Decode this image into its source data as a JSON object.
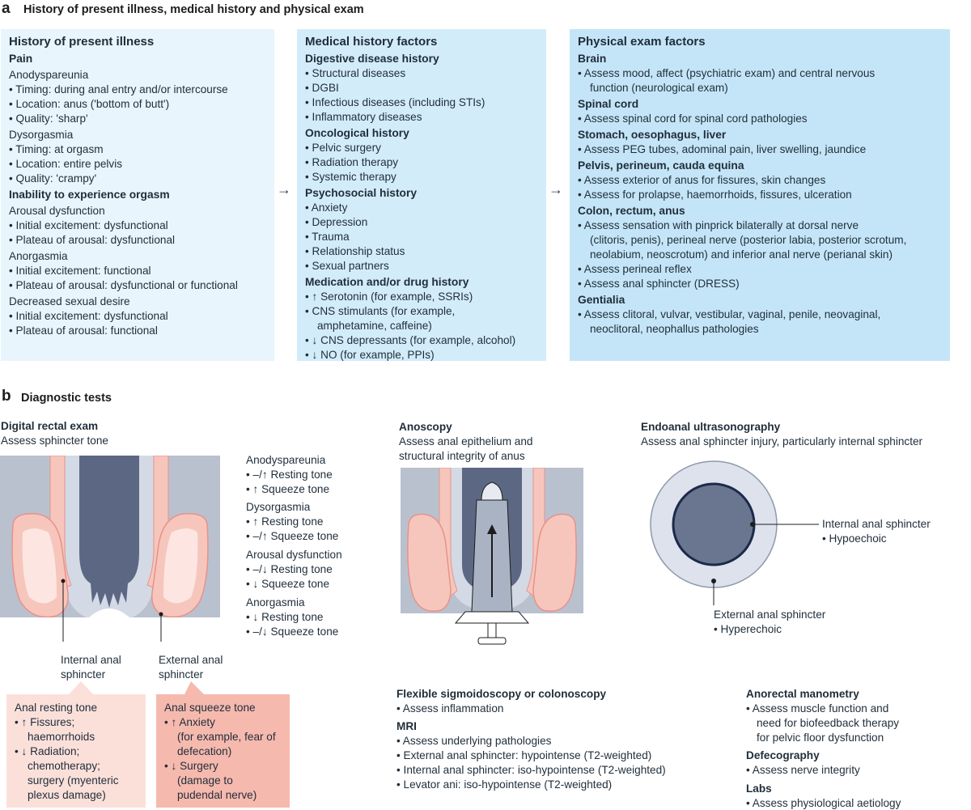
{
  "panel_a": {
    "letter": "a",
    "title": "History of present illness, medical history and physical exam",
    "history_box": {
      "title": "History of present illness",
      "sections": [
        {
          "heading": "Pain",
          "groups": [
            {
              "name": "Anodyspareunia",
              "items": [
                "Timing: during anal entry and/or intercourse",
                "Location: anus ('bottom of butt')",
                "Quality: 'sharp'"
              ]
            },
            {
              "name": "Dysorgasmia",
              "items": [
                "Timing: at orgasm",
                "Location: entire pelvis",
                "Quality: 'crampy'"
              ]
            }
          ]
        },
        {
          "heading": "Inability to experience orgasm",
          "groups": [
            {
              "name": "Arousal dysfunction",
              "items": [
                "Initial excitement: dysfunctional",
                "Plateau of arousal: dysfunctional"
              ]
            },
            {
              "name": "Anorgasmia",
              "items": [
                "Initial excitement: functional",
                "Plateau of arousal: dysfunctional or functional"
              ]
            },
            {
              "name": "Decreased sexual desire",
              "items": [
                "Initial excitement: dysfunctional",
                "Plateau of arousal: functional"
              ]
            }
          ]
        }
      ]
    },
    "medical_box": {
      "title": "Medical history factors",
      "sections": [
        {
          "heading": "Digestive disease history",
          "items": [
            "Structural diseases",
            "DGBI",
            "Infectious diseases (including STIs)",
            "Inflammatory diseases"
          ]
        },
        {
          "heading": "Oncological history",
          "items": [
            "Pelvic surgery",
            "Radiation therapy",
            "Systemic therapy"
          ]
        },
        {
          "heading": "Psychosocial history",
          "items": [
            "Anxiety",
            "Depression",
            "Trauma",
            "Relationship status",
            "Sexual partners"
          ]
        },
        {
          "heading": "Medication and/or drug history",
          "items": [
            "↑ Serotonin (for example, SSRIs)",
            "CNS stimulants (for example,",
            "amphetamine, caffeine)",
            "↓ CNS depressants (for example, alcohol)",
            "↓ NO (for example, PPIs)"
          ]
        }
      ]
    },
    "exam_box": {
      "title": "Physical exam factors",
      "sections": [
        {
          "heading": "Brain",
          "items": [
            "Assess mood, affect (psychiatric exam) and central nervous",
            "function (neurological exam)"
          ]
        },
        {
          "heading": "Spinal cord",
          "items": [
            "Assess spinal cord for spinal cord pathologies"
          ]
        },
        {
          "heading": "Stomach, oesophagus, liver",
          "items": [
            "Assess PEG tubes, adominal pain, liver swelling, jaundice"
          ]
        },
        {
          "heading": "Pelvis, perineum, cauda equina",
          "items": [
            "Assess exterior of anus for fissures, skin changes",
            "Assess for prolapse, haemorrhoids, fissures, ulceration"
          ]
        },
        {
          "heading": "Colon, rectum, anus",
          "items": [
            "Assess sensation with pinprick bilaterally at dorsal nerve",
            "(clitoris, penis), perineal nerve (posterior labia, posterior scrotum,",
            "neolabium, neoscrotum) and inferior anal nerve (perianal skin)",
            "Assess perineal reflex",
            "Assess anal sphincter (DRESS)"
          ]
        },
        {
          "heading": "Gentialia",
          "items": [
            "Assess clitoral, vulvar, vestibular, vaginal, penile, neovaginal,",
            "neoclitoral, neophallus pathologies"
          ]
        }
      ]
    },
    "arrow": "→"
  },
  "panel_b": {
    "letter": "b",
    "title": "Diagnostic tests",
    "dre": {
      "title": "Digital rectal exam",
      "subtitle": "Assess sphincter tone",
      "label_internal_1": "Internal anal",
      "label_internal_2": "sphincter",
      "label_external_1": "External anal",
      "label_external_2": "sphincter",
      "tone": [
        {
          "name": "Anodyspareunia",
          "items": [
            "–/↑ Resting tone",
            "↑ Squeeze tone"
          ]
        },
        {
          "name": "Dysorgasmia",
          "items": [
            "↑ Resting tone",
            "–/↑ Squeeze tone"
          ]
        },
        {
          "name": "Arousal dysfunction",
          "items": [
            "–/↓ Resting tone",
            "↓ Squeeze tone"
          ]
        },
        {
          "name": "Anorgasmia",
          "items": [
            "↓ Resting tone",
            "–/↓ Squeeze tone"
          ]
        }
      ],
      "resting": {
        "title": "Anal resting tone",
        "lines": [
          "↑ Fissures;",
          "haemorrhoids",
          "↓ Radiation;",
          "chemotherapy;",
          "surgery (myenteric",
          "plexus damage)"
        ]
      },
      "squeeze": {
        "title": "Anal squeeze tone",
        "lines": [
          "↑ Anxiety",
          "(for example, fear of",
          "defecation)",
          "↓ Surgery",
          "(damage to",
          "pudendal nerve)"
        ]
      }
    },
    "anoscopy": {
      "title": "Anoscopy",
      "line1": "Assess anal epithelium and",
      "line2": "structural integrity of anus"
    },
    "endoanal": {
      "title": "Endoanal ultrasonography",
      "subtitle": "Assess anal sphincter injury, particularly internal sphincter",
      "internal_label": "Internal anal sphincter",
      "internal_note": "Hypoechoic",
      "external_label": "External anal sphincter",
      "external_note": "Hyperechoic"
    },
    "sigmoid": {
      "title": "Flexible sigmoidoscopy or colonoscopy",
      "items": [
        "Assess inflammation"
      ]
    },
    "mri": {
      "title": "MRI",
      "items": [
        "Assess underlying pathologies",
        "External anal sphincter: hypointense (T2-weighted)",
        "Internal anal sphincter: iso-hypointense (T2-weighted)",
        "Levator ani: iso-hypointense (T2-weighted)"
      ]
    },
    "manometry": {
      "title": "Anorectal manometry",
      "lines": [
        "Assess muscle function and",
        "need for biofeedback therapy",
        "for pelvic floor dysfunction"
      ]
    },
    "defecography": {
      "title": "Defecography",
      "items": [
        "Assess nerve integrity"
      ]
    },
    "labs": {
      "title": "Labs",
      "items": [
        "Assess physiological aetiology"
      ]
    }
  },
  "colors": {
    "box1": "#e8f5fc",
    "box2": "#d3ecf9",
    "box3": "#c4e5f7",
    "resting_callout": "#fbe0da",
    "squeeze_callout": "#f6b9ae",
    "tissue_gray": "#b9c1cf",
    "lumen_dark": "#5c6883",
    "muscle_pink": "#f6c6bc"
  }
}
